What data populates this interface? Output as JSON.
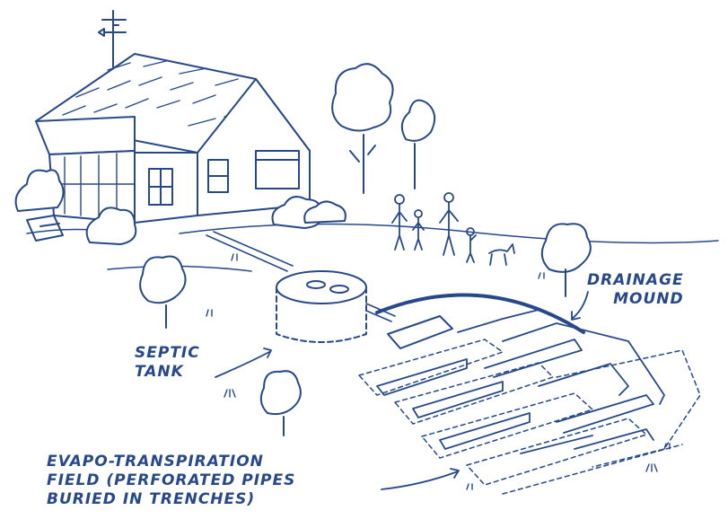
{
  "colors": {
    "ink": "#27498b",
    "paper": "#ffffff"
  },
  "labels": {
    "septic_tank": {
      "line1": "SEPTIC",
      "line2": "TANK"
    },
    "drainage_mound": {
      "line1": "DRAINAGE",
      "line2": "MOUND"
    },
    "evapo_field": {
      "line1": "EVAPO-TRANSPIRATION",
      "line2": "FIELD (PERFORATED PIPES",
      "line3": "BURIED IN TRENCHES)"
    }
  }
}
